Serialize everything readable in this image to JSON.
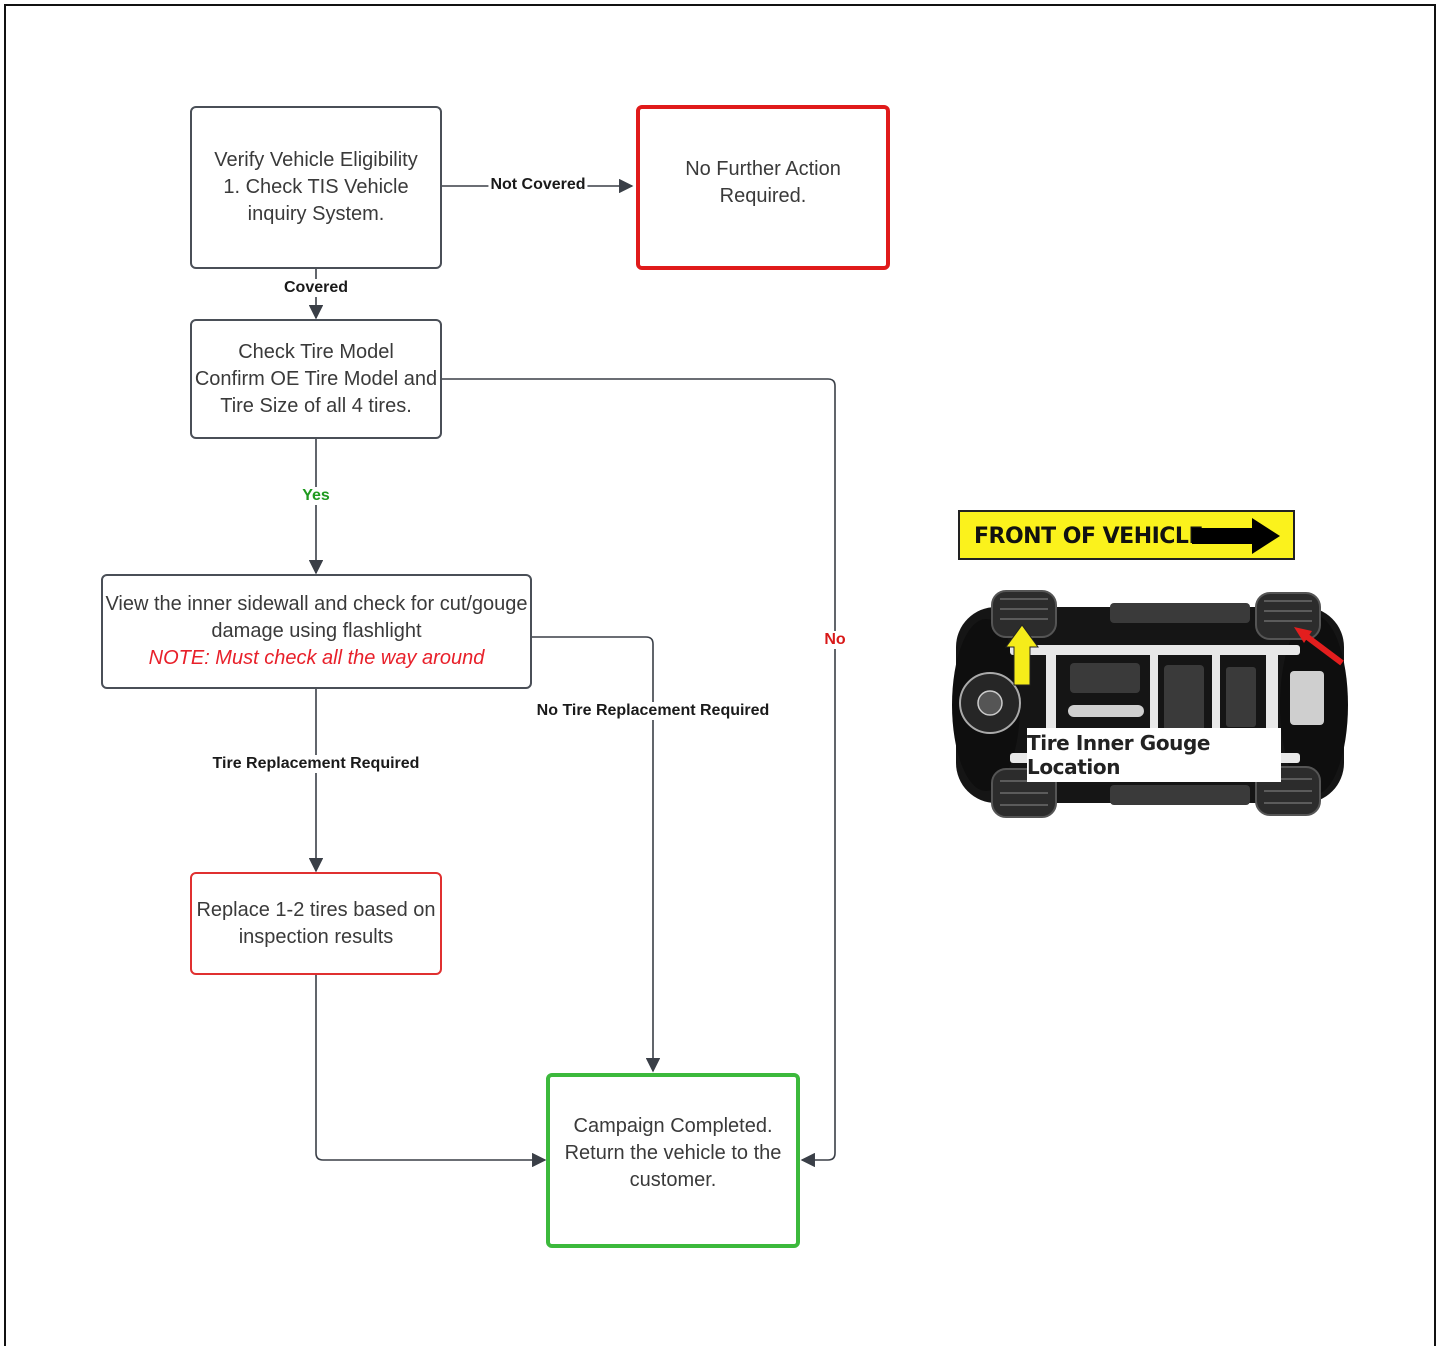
{
  "flowchart": {
    "verify": [
      "Verify Vehicle Eligibility",
      "1. Check TIS Vehicle",
      "inquiry System."
    ],
    "no_action": [
      "No Further Action",
      "Required."
    ],
    "check_tire": [
      "Check Tire Model",
      "Confirm OE Tire Model and",
      "Tire Size of all 4 tires."
    ],
    "inspect": [
      "View the inner sidewall and check for cut/gouge",
      "damage using flashlight"
    ],
    "inspect_note": "NOTE: Must check all the way around",
    "replace": [
      "Replace 1-2 tires based on",
      "inspection results"
    ],
    "complete": [
      "Campaign Completed.",
      "Return the vehicle to the",
      "customer."
    ],
    "edges": {
      "not_covered": "Not Covered",
      "covered": "Covered",
      "yes": "Yes",
      "no": "No",
      "no_tire_replacement": "No Tire Replacement Required",
      "tire_replacement": "Tire Replacement Required"
    }
  },
  "illustration": {
    "banner": "FRONT OF VEHICLE",
    "callout": "Tire Inner Gouge Location"
  },
  "colors": {
    "border_gray": "#4a4f57",
    "red": "#e01a1a",
    "green_border": "#3cb93c",
    "yes_label": "#1f9a1f",
    "no_label": "#d81818",
    "banner_yellow": "#fbf21c"
  }
}
